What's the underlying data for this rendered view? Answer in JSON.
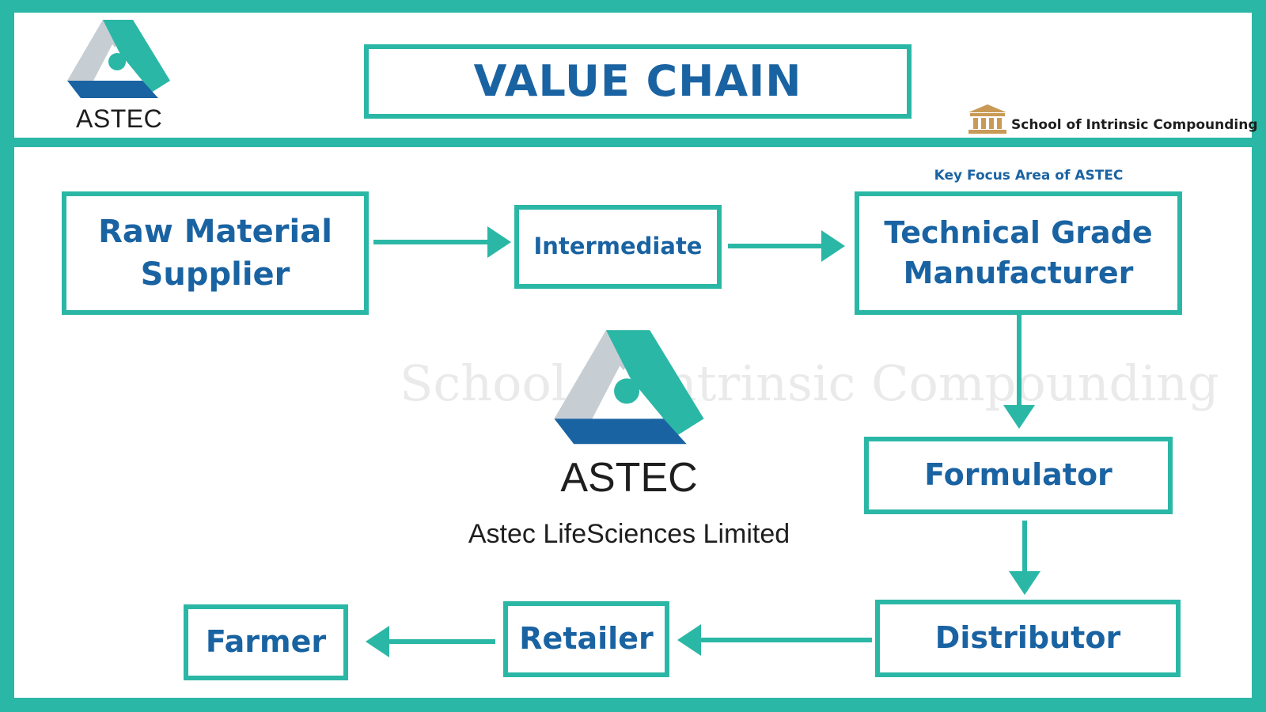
{
  "header": {
    "title": "VALUE CHAIN",
    "logo_text": "ASTEC",
    "brand_text": "School of Intrinsic Compounding",
    "brand_icon": "institution-icon"
  },
  "center": {
    "logo_text": "ASTEC",
    "company_name": "Astec LifeSciences Limited",
    "watermark": "School of Intrinsic Compounding"
  },
  "diagram": {
    "key_focus_label": "Key Focus Area of ASTEC",
    "nodes": [
      {
        "id": "raw-material-supplier",
        "label": "Raw Material\nSupplier"
      },
      {
        "id": "intermediate",
        "label": "Intermediate"
      },
      {
        "id": "technical-grade-manufacturer",
        "label": "Technical Grade\nManufacturer"
      },
      {
        "id": "formulator",
        "label": "Formulator"
      },
      {
        "id": "distributor",
        "label": "Distributor"
      },
      {
        "id": "retailer",
        "label": "Retailer"
      },
      {
        "id": "farmer",
        "label": "Farmer"
      }
    ],
    "edges": [
      {
        "from": "raw-material-supplier",
        "to": "intermediate"
      },
      {
        "from": "intermediate",
        "to": "technical-grade-manufacturer"
      },
      {
        "from": "technical-grade-manufacturer",
        "to": "formulator"
      },
      {
        "from": "formulator",
        "to": "distributor"
      },
      {
        "from": "distributor",
        "to": "retailer"
      },
      {
        "from": "retailer",
        "to": "farmer"
      }
    ]
  },
  "colors": {
    "teal": "#2bb7a6",
    "blue": "#1a63a2",
    "gray": "#c6cdd3",
    "text": "#1e1e1e"
  }
}
